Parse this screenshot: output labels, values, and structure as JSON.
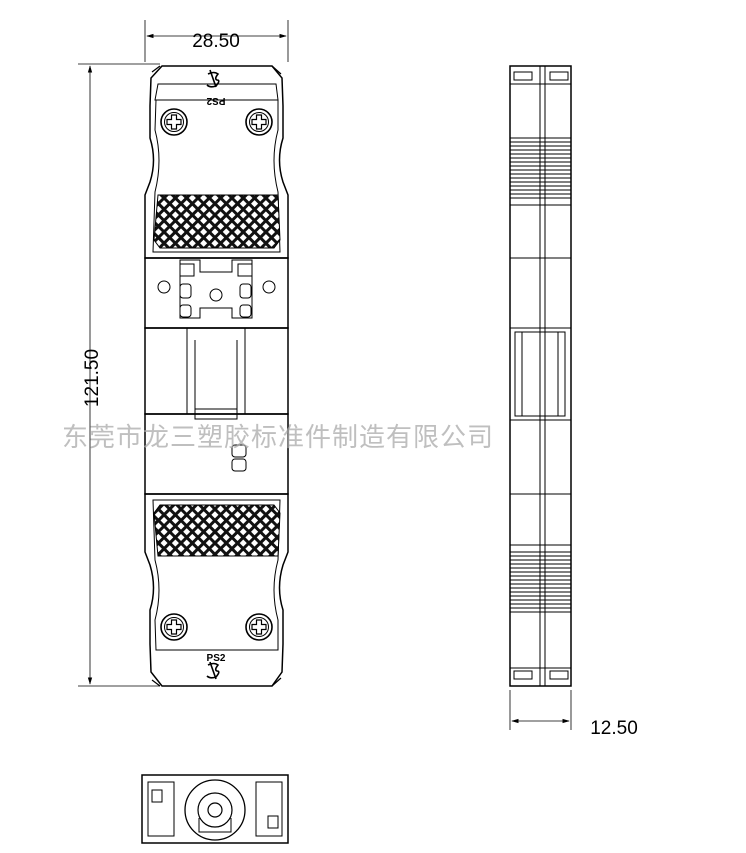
{
  "dimensions": {
    "width": "28.50",
    "height": "121.50",
    "depth": "12.50"
  },
  "part_marking": "PS2",
  "watermark": "东莞市龙三塑胶标准件制造有限公司"
}
